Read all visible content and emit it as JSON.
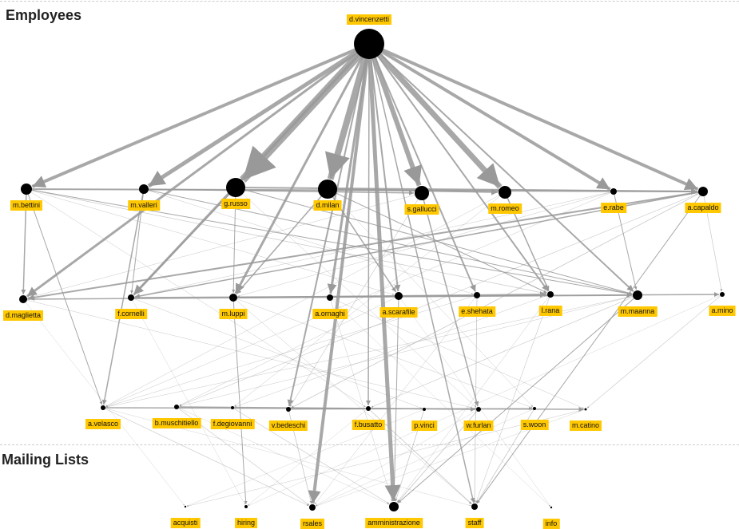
{
  "sections": {
    "employees": "Employees",
    "mailing_lists": "Mailing Lists"
  },
  "colors": {
    "edge": "#999999",
    "node": "#000000",
    "label_bg": "#ffc800",
    "highlight_arrow": "#2f5d6b"
  },
  "nodes": [
    {
      "name": "d.vincenzetti",
      "group": "employees"
    },
    {
      "name": "m.bettini",
      "group": "employees"
    },
    {
      "name": "m.valleri",
      "group": "employees"
    },
    {
      "name": "g.russo",
      "group": "employees"
    },
    {
      "name": "d.milan",
      "group": "employees"
    },
    {
      "name": "s.gallucci",
      "group": "employees"
    },
    {
      "name": "m.romeo",
      "group": "employees"
    },
    {
      "name": "e.rabe",
      "group": "employees"
    },
    {
      "name": "a.capaldo",
      "group": "employees"
    },
    {
      "name": "d.maglietta",
      "group": "employees"
    },
    {
      "name": "f.cornelli",
      "group": "employees"
    },
    {
      "name": "m.luppi",
      "group": "employees"
    },
    {
      "name": "a.ornaghi",
      "group": "employees"
    },
    {
      "name": "a.scarafile",
      "group": "employees"
    },
    {
      "name": "e.shehata",
      "group": "employees"
    },
    {
      "name": "l.rana",
      "group": "employees"
    },
    {
      "name": "m.maanna",
      "group": "employees"
    },
    {
      "name": "a.mino",
      "group": "employees"
    },
    {
      "name": "a.velasco",
      "group": "employees"
    },
    {
      "name": "b.muschitiello",
      "group": "employees"
    },
    {
      "name": "f.degiovanni",
      "group": "employees"
    },
    {
      "name": "v.bedeschi",
      "group": "employees"
    },
    {
      "name": "f.busatto",
      "group": "employees"
    },
    {
      "name": "p.vinci",
      "group": "employees"
    },
    {
      "name": "w.furlan",
      "group": "employees"
    },
    {
      "name": "s.woon",
      "group": "employees"
    },
    {
      "name": "m.catino",
      "group": "employees"
    },
    {
      "name": "acquisti",
      "group": "mailing_lists"
    },
    {
      "name": "hiring",
      "group": "mailing_lists"
    },
    {
      "name": "rsales",
      "group": "mailing_lists"
    },
    {
      "name": "amministrazione",
      "group": "mailing_lists"
    },
    {
      "name": "staff",
      "group": "mailing_lists"
    },
    {
      "name": "info",
      "group": "mailing_lists"
    }
  ],
  "edges": [
    [
      "d.vincenzetti",
      "g.russo",
      10
    ],
    [
      "d.vincenzetti",
      "d.milan",
      8
    ],
    [
      "d.vincenzetti",
      "m.romeo",
      7
    ],
    [
      "d.vincenzetti",
      "s.gallucci",
      6
    ],
    [
      "d.vincenzetti",
      "m.valleri",
      5
    ],
    [
      "d.vincenzetti",
      "m.bettini",
      4
    ],
    [
      "d.vincenzetti",
      "e.rabe",
      4
    ],
    [
      "d.vincenzetti",
      "a.capaldo",
      4
    ],
    [
      "d.vincenzetti",
      "rsales",
      4
    ],
    [
      "d.vincenzetti",
      "amministrazione",
      5
    ],
    [
      "d.vincenzetti",
      "d.maglietta",
      3
    ],
    [
      "d.vincenzetti",
      "f.cornelli",
      3
    ],
    [
      "d.vincenzetti",
      "m.luppi",
      3
    ],
    [
      "d.vincenzetti",
      "a.ornaghi",
      3
    ],
    [
      "d.vincenzetti",
      "v.bedeschi",
      2
    ],
    [
      "d.vincenzetti",
      "l.rana",
      2
    ],
    [
      "d.vincenzetti",
      "a.scarafile",
      2
    ],
    [
      "d.vincenzetti",
      "m.maanna",
      2
    ],
    [
      "d.vincenzetti",
      "e.shehata",
      2
    ],
    [
      "d.vincenzetti",
      "f.busatto",
      1.5
    ],
    [
      "d.vincenzetti",
      "staff",
      1.5
    ],
    [
      "m.bettini",
      "a.capaldo",
      2
    ],
    [
      "g.russo",
      "a.capaldo",
      2
    ],
    [
      "d.milan",
      "m.romeo",
      2
    ],
    [
      "m.valleri",
      "s.gallucci",
      1.5
    ],
    [
      "d.maglietta",
      "m.maanna",
      1.5
    ],
    [
      "f.cornelli",
      "a.mino",
      1.5
    ],
    [
      "m.luppi",
      "l.rana",
      2
    ],
    [
      "a.velasco",
      "m.catino",
      1.5
    ],
    [
      "b.muschitiello",
      "w.furlan",
      1.5
    ],
    [
      "v.bedeschi",
      "s.woon",
      1
    ],
    [
      "m.bettini",
      "d.maglietta",
      1.5
    ],
    [
      "m.bettini",
      "a.velasco",
      1
    ],
    [
      "m.valleri",
      "f.cornelli",
      1
    ],
    [
      "g.russo",
      "m.luppi",
      1
    ],
    [
      "a.capaldo",
      "d.maglietta",
      2
    ],
    [
      "a.capaldo",
      "f.cornelli",
      1.5
    ],
    [
      "m.valleri",
      "a.velasco",
      1.5
    ],
    [
      "g.russo",
      "f.cornelli",
      1.5
    ],
    [
      "d.milan",
      "m.luppi",
      1.5
    ],
    [
      "s.gallucci",
      "w.furlan",
      1.5
    ],
    [
      "m.romeo",
      "l.rana",
      1.5
    ],
    [
      "d.milan",
      "a.scarafile",
      1.5
    ],
    [
      "a.capaldo",
      "a.mino",
      0.7
    ],
    [
      "a.capaldo",
      "staff",
      1
    ],
    [
      "m.maanna",
      "amministrazione",
      1
    ],
    [
      "e.rabe",
      "m.maanna",
      1
    ],
    [
      "m.bettini",
      "m.maanna",
      1
    ],
    [
      "m.bettini",
      "l.rana",
      0.7
    ],
    [
      "m.valleri",
      "m.maanna",
      1
    ],
    [
      "g.russo",
      "m.maanna",
      1
    ],
    [
      "d.milan",
      "l.rana",
      1
    ],
    [
      "m.luppi",
      "hiring",
      1
    ],
    [
      "a.scarafile",
      "amministrazione",
      1
    ],
    [
      "e.shehata",
      "staff",
      0.8
    ],
    [
      "f.busatto",
      "staff",
      0.8
    ],
    [
      "p.vinci",
      "amministrazione",
      0.8
    ],
    [
      "w.furlan",
      "amministrazione",
      0.8
    ],
    [
      "s.woon",
      "staff",
      0.8
    ],
    [
      "m.catino",
      "acquisti",
      0.5
    ],
    [
      "a.velasco",
      "rsales",
      0.6
    ],
    [
      "b.muschitiello",
      "rsales",
      0.6
    ],
    [
      "f.degiovanni",
      "amministrazione",
      0.6
    ],
    [
      "v.bedeschi",
      "rsales",
      0.8
    ],
    [
      "a.mino",
      "m.catino",
      0.6
    ],
    [
      "l.rana",
      "staff",
      0.6
    ],
    [
      "d.maglietta",
      "w.furlan",
      0.5
    ],
    [
      "f.cornelli",
      "p.vinci",
      0.5
    ],
    [
      "m.luppi",
      "s.woon",
      0.5
    ],
    [
      "a.ornaghi",
      "m.catino",
      0.5
    ],
    [
      "e.rabe",
      "a.velasco",
      0.5
    ],
    [
      "a.capaldo",
      "b.muschitiello",
      0.6
    ],
    [
      "m.romeo",
      "f.degiovanni",
      0.5
    ],
    [
      "s.gallucci",
      "v.bedeschi",
      0.6
    ],
    [
      "a.capaldo",
      "v.bedeschi",
      0.8
    ],
    [
      "m.maanna",
      "f.busatto",
      0.6
    ],
    [
      "m.maanna",
      "a.velasco",
      0.5
    ],
    [
      "m.maanna",
      "b.muschitiello",
      0.5
    ],
    [
      "l.rana",
      "f.degiovanni",
      0.5
    ],
    [
      "e.shehata",
      "a.velasco",
      0.5
    ],
    [
      "a.scarafile",
      "b.muschitiello",
      0.5
    ],
    [
      "a.ornaghi",
      "info",
      0.4
    ],
    [
      "d.maglietta",
      "acquisti",
      0.4
    ],
    [
      "f.cornelli",
      "hiring",
      0.4
    ],
    [
      "m.luppi",
      "staff",
      0.5
    ],
    [
      "a.mino",
      "hiring",
      0.4
    ],
    [
      "m.bettini",
      "f.busatto",
      0.5
    ],
    [
      "g.russo",
      "w.furlan",
      0.5
    ],
    [
      "d.milan",
      "s.woon",
      0.5
    ],
    [
      "m.romeo",
      "a.velasco",
      0.5
    ],
    [
      "e.rabe",
      "f.cornelli",
      0.5
    ],
    [
      "e.rabe",
      "m.luppi",
      0.5
    ],
    [
      "s.gallucci",
      "d.maglietta",
      0.5
    ],
    [
      "m.valleri",
      "e.shehata",
      0.5
    ],
    [
      "m.bettini",
      "a.scarafile",
      0.5
    ],
    [
      "a.velasco",
      "staff",
      0.4
    ],
    [
      "b.muschitiello",
      "amministrazione",
      0.4
    ],
    [
      "w.furlan",
      "rsales",
      0.4
    ],
    [
      "s.woon",
      "rsales",
      0.4
    ],
    [
      "m.catino",
      "rsales",
      0.4
    ],
    [
      "p.vinci",
      "acquisti",
      0.4
    ],
    [
      "f.busatto",
      "hiring",
      0.4
    ],
    [
      "a.scarafile",
      "info",
      0.4
    ],
    [
      "e.shehata",
      "rsales",
      0.5
    ],
    [
      "a.ornaghi",
      "amministrazione",
      0.5
    ],
    [
      "l.rana",
      "amministrazione",
      0.5
    ]
  ]
}
